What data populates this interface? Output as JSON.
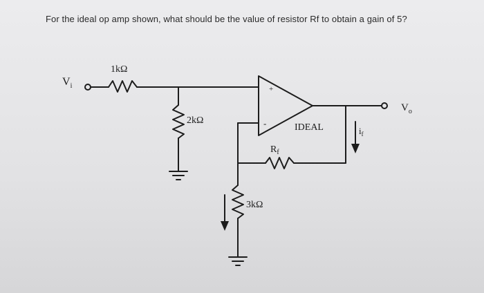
{
  "question": "For the ideal op amp shown, what should be the value of resistor Rf to obtain a gain of 5?",
  "labels": {
    "vi": "V",
    "vi_sub": "i",
    "r1": "1kΩ",
    "r2": "2kΩ",
    "r3": "3kΩ",
    "rf": "R",
    "rf_sub": "f",
    "ideal": "IDEAL",
    "plus": "+",
    "minus": "-",
    "vo": "V",
    "vo_sub": "o",
    "if": "i",
    "if_sub": "f"
  },
  "colors": {
    "wire": "#1c1c1c",
    "text": "#1c1c1c"
  }
}
